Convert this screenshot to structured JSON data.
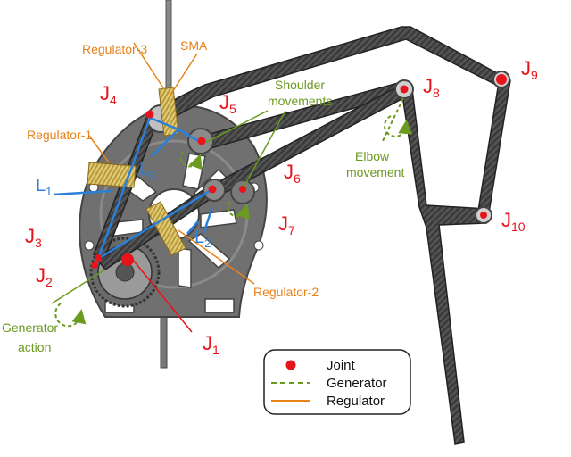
{
  "colors": {
    "joint": "#e8141b",
    "generator": "#6a9a1f",
    "regulator": "#e8821a",
    "length": "#2a7fd8",
    "carbon": "#3a3a3a",
    "frame": "#6b6b6b"
  },
  "joints": {
    "j1": "J",
    "j1_sub": "1",
    "j2": "J",
    "j2_sub": "2",
    "j3": "J",
    "j3_sub": "3",
    "j4": "J",
    "j4_sub": "4",
    "j5": "J",
    "j5_sub": "5",
    "j6": "J",
    "j6_sub": "6",
    "j7": "J",
    "j7_sub": "7",
    "j8": "J",
    "j8_sub": "8",
    "j9": "J",
    "j9_sub": "9",
    "j10": "J",
    "j10_sub": "10"
  },
  "lengths": {
    "l1": "L",
    "l1_sub": "1",
    "l2": "L",
    "l2_sub": "2",
    "l3": "L",
    "l3_sub": "3"
  },
  "labels": {
    "regulator_1": "Regulator-1",
    "regulator_2": "Regulator-2",
    "regulator_3": "Regulator-3",
    "sma": "SMA",
    "shoulder_line1": "Shoulder",
    "shoulder_line2": "movements",
    "elbow_line1": "Elbow",
    "elbow_line2": "movement",
    "generator_line1": "Generator",
    "generator_line2": "action"
  },
  "legend": {
    "joint": "Joint",
    "generator": "Generator",
    "regulator": "Regulator"
  }
}
